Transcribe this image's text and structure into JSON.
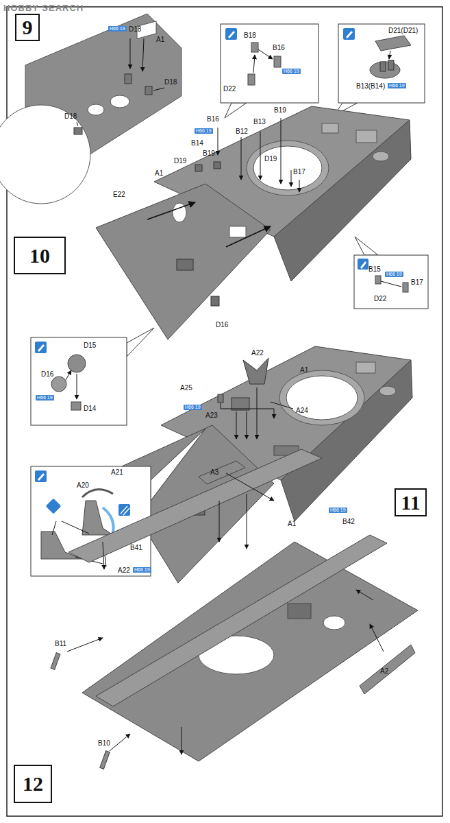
{
  "diagram": {
    "nodes": [
      {
        "text": [
          "9"
        ]
      },
      {
        "text": [
          "10"
        ]
      },
      {
        "text": [
          "11"
        ]
      },
      {
        "text": [
          "12"
        ]
      }
    ],
    "labels": [
      "HOBBY SEARCH",
      "H66 19",
      "D18",
      "A1",
      "D18",
      "D18",
      "B18",
      "B16",
      "H66 19",
      "D22",
      "D21(D21)",
      "B13(B14)",
      "H66 19",
      "B16",
      "H66 19",
      "B12",
      "B13",
      "B19",
      "B14",
      "B19",
      "D19",
      "D19",
      "B17",
      "A1",
      "E22",
      "D16",
      "B15",
      "H66 19",
      "B17",
      "D22",
      "D15",
      "D16",
      "H66 19",
      "D14",
      "A22",
      "A1",
      "A25",
      "H66 19",
      "A23",
      "A24",
      "A21",
      "A20",
      "A22",
      "H66 19",
      "A3",
      "H66 19",
      "B42",
      "A1",
      "B41",
      "B11",
      "A2",
      "B10"
    ]
  }
}
